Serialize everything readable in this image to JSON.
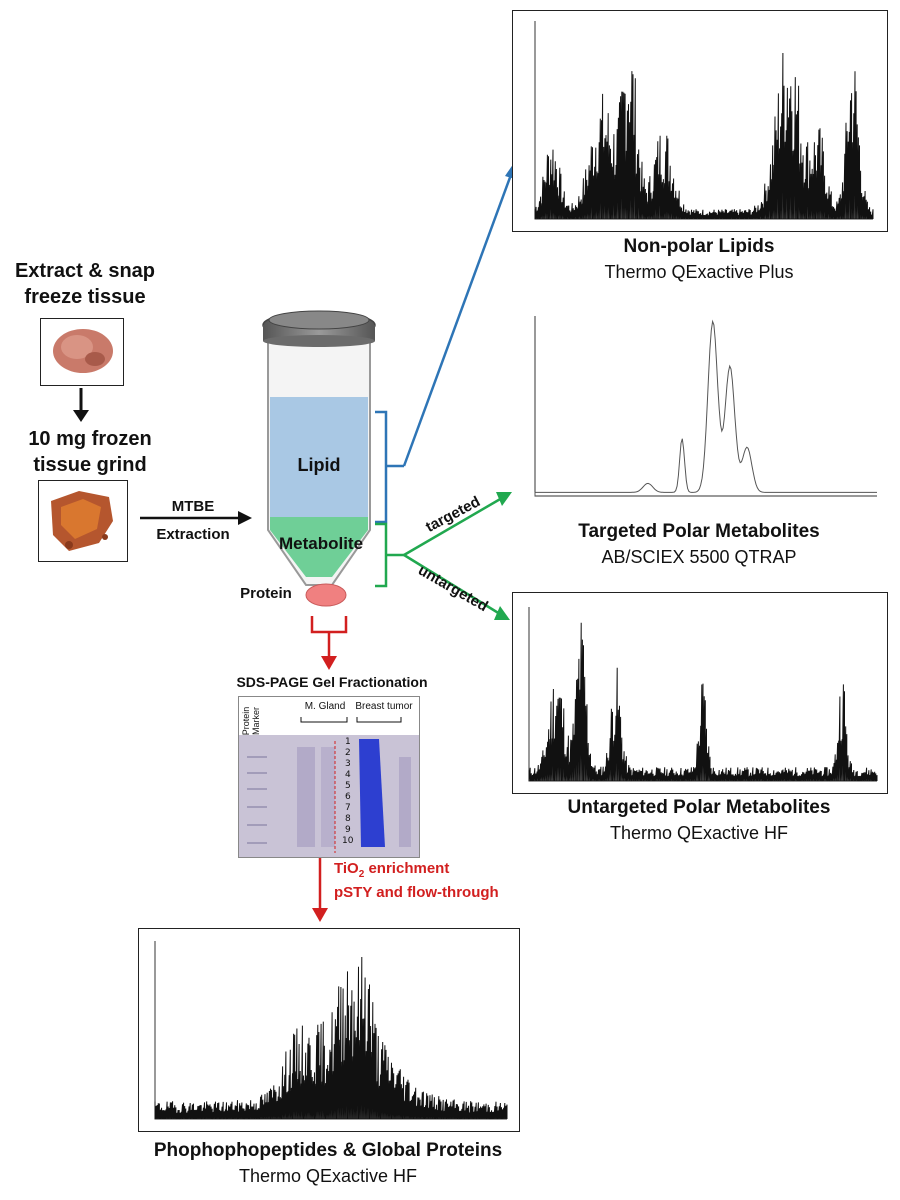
{
  "steps": {
    "extract": "Extract & snap freeze tissue",
    "grind": "10 mg frozen tissue grind",
    "mtbe_line1": "MTBE",
    "mtbe_line2": "Extraction"
  },
  "tube": {
    "lipid": "Lipid",
    "metabolite": "Metabolite",
    "protein": "Protein"
  },
  "branches": {
    "targeted": "targeted",
    "untargeted": "untargeted"
  },
  "gel": {
    "title": "SDS-PAGE Gel Fractionation",
    "marker_line1": "Protein",
    "marker_line2": "Marker",
    "group1": "M. Gland",
    "group2": "Breast tumor",
    "fractions": [
      "1",
      "2",
      "3",
      "4",
      "5",
      "6",
      "7",
      "8",
      "9",
      "10"
    ]
  },
  "enrichment": {
    "line1_prefix": "TiO",
    "line1_sub": "2",
    "line1_suffix": " enrichment",
    "line2": "pSTY  and  flow-through"
  },
  "panels": {
    "nonpolar": {
      "title": "Non-polar Lipids",
      "instrument": "Thermo QExactive Plus"
    },
    "targeted": {
      "title": "Targeted Polar Metabolites",
      "instrument": "AB/SCIEX 5500 QTRAP"
    },
    "untargeted": {
      "title": "Untargeted Polar Metabolites",
      "instrument": "Thermo QExactive HF"
    },
    "phospho": {
      "title": "Phophophopeptides & Global Proteins",
      "instrument": "Thermo QExactive HF"
    }
  },
  "colors": {
    "lipid_fill": "#a9c8e4",
    "metabolite_fill": "#6fcf97",
    "protein_fill": "#f08080",
    "blue_arrow": "#2e75b6",
    "green_arrow": "#21a84f",
    "red_arrow": "#d21f1f",
    "gel_stain": "#2d3fd0"
  }
}
